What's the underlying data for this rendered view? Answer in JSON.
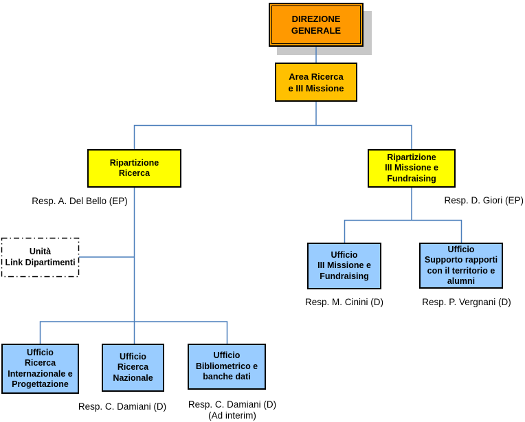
{
  "diagram": {
    "type": "org-chart",
    "nodes": {
      "direzione_generale": "DIREZIONE\nGENERALE",
      "area_ricerca": "Area Ricerca\ne III Missione",
      "ripartizione_ricerca": "Ripartizione\nRicerca",
      "ripartizione_iii_missione": "Ripartizione\nIII Missione e\nFundraising",
      "unita_link_dipartimenti": "Unità\nLink Dipartimenti",
      "ufficio_ricerca_internazionale": "Ufficio\nRicerca\nInternazionale e\nProgettazione",
      "ufficio_ricerca_nazionale": "Ufficio\nRicerca\nNazionale",
      "ufficio_bibliometrico": "Ufficio\nBibliometrico e\nbanche dati",
      "ufficio_iii_missione": "Ufficio\nIII Missione e\nFundraising",
      "ufficio_supporto_rapporti": "Ufficio\nSupporto rapporti\ncon il territorio e\nalumni"
    },
    "labels": {
      "resp_del_bello": "Resp. A. Del Bello (EP)",
      "resp_giori": "Resp. D. Giori (EP)",
      "resp_cinini": "Resp. M. Cinini (D)",
      "resp_vergnani": "Resp. P. Vergnani (D)",
      "resp_damiani": "Resp. C. Damiani (D)",
      "resp_damiani_interim": "Resp. C. Damiani (D)\n(Ad interim)"
    },
    "colors": {
      "root_orange": "#FF9900",
      "area_amber": "#FFC000",
      "ripartizione_yellow": "#FFFF00",
      "ufficio_light_blue": "#99CCFF",
      "connector_blue": "#4A7EBB",
      "shadow_gray": "#C8C8C8",
      "border_black": "#000000"
    }
  }
}
